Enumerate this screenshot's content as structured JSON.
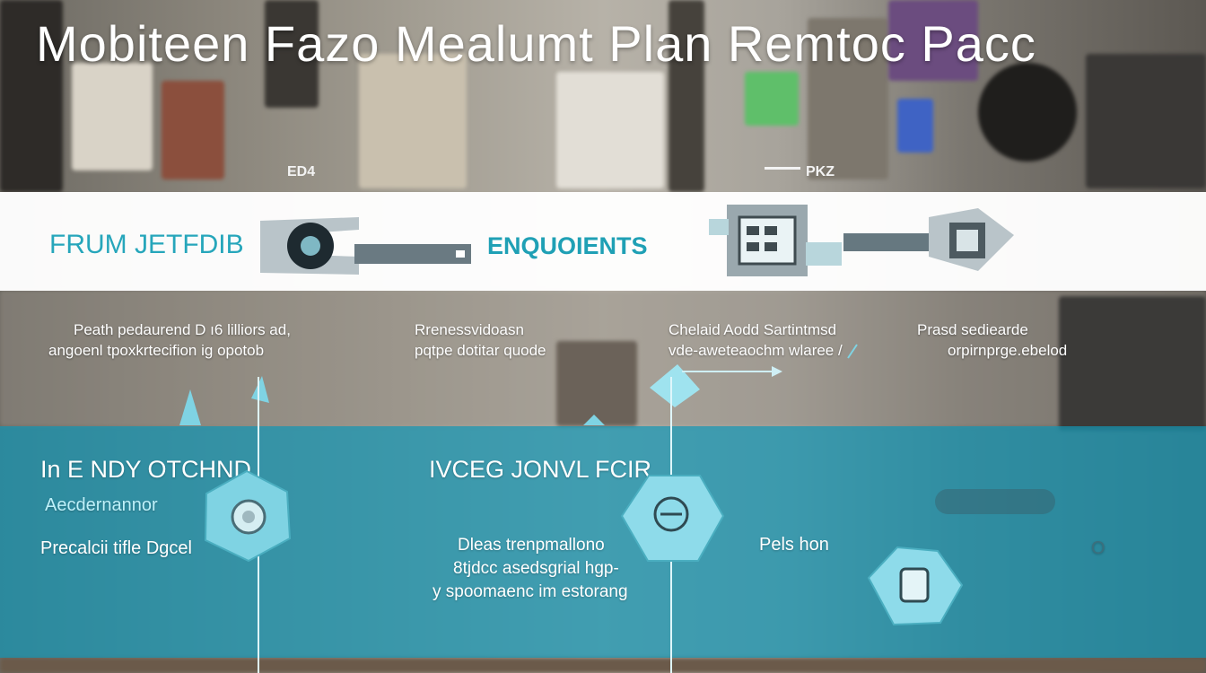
{
  "title": "Mobiteen Fazo Mealumt Plan Remtoc Pacc",
  "markers": {
    "left": "ED4",
    "right": "PKZ"
  },
  "white_band": {
    "left_label": "FRUM ЈЕTFDIB",
    "center_label": "ENQUOIENTS"
  },
  "mid_notes": [
    {
      "line1": "Peath pedaurend D ı6 lilliors ad,",
      "line2": "angoenl tpoxkrtecifion ig opotob"
    },
    {
      "line1": "Rrenessvidoasn",
      "line2": "pqtpe dotitar quode"
    },
    {
      "line1": "Chelaid Aodd Sartintmsd",
      "line2": "vde-aweteaochm wlaree /"
    },
    {
      "line1": "Prasd sediearde",
      "line2": "orpirnprge.ebelod"
    }
  ],
  "teal_band": {
    "left_heading": "In E NDY OTCHND",
    "left_sub": "Aecdernannor",
    "left_body": "Precalcii tifle Dgcel",
    "center_heading": "IVCEG JONVL FCIR",
    "center_body_1": "Dleas trenpmallono",
    "center_body_2": "8tjdcc asedsgrial hgp-",
    "center_body_3": "y spoomaenc im estorang",
    "right_body": "Pels hon",
    "right_badge": "O"
  },
  "colors": {
    "accent": "#26a6bb",
    "teal": "#1496b4",
    "title": "#ffffff"
  }
}
